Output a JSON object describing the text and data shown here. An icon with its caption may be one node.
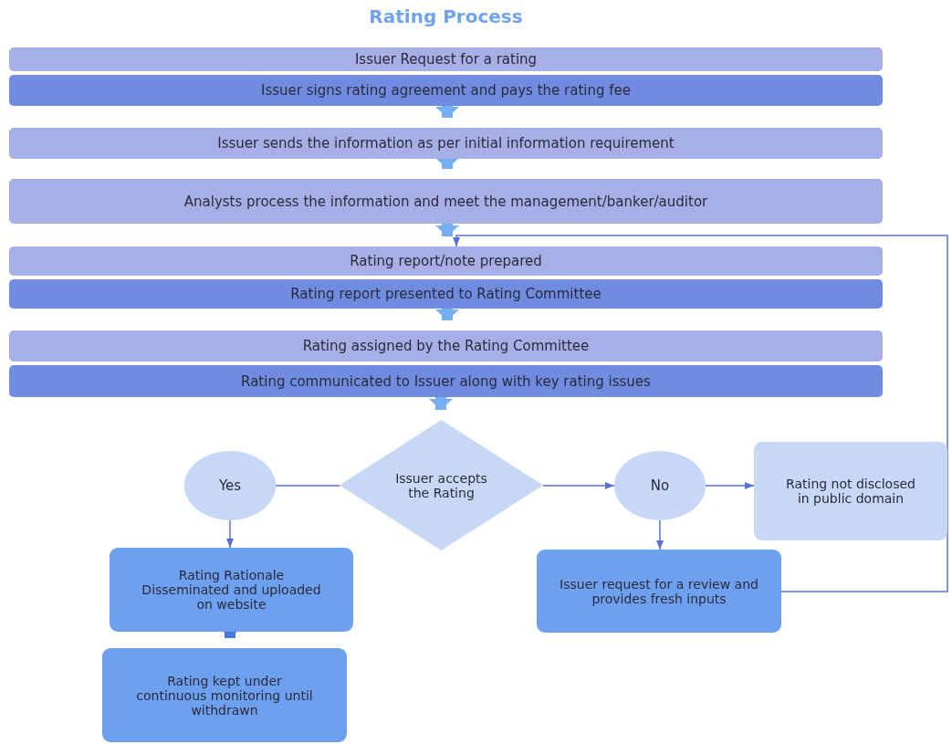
{
  "diagram": {
    "title": "Rating Process",
    "nodes": [
      {
        "text": [
          "Issuer Request for a rating"
        ]
      },
      {
        "text": [
          "Issuer signs rating agreement and pays the rating  fee"
        ]
      },
      {
        "text": [
          "Issuer sends the information as per initial information requirement"
        ]
      },
      {
        "text": [
          "Analysts process the information and meet the management/banker/auditor"
        ]
      },
      {
        "text": [
          "Rating report/note prepared"
        ]
      },
      {
        "text": [
          "Rating report presented to Rating Committee"
        ]
      },
      {
        "text": [
          "Rating assigned by the Rating Committee"
        ]
      },
      {
        "text": [
          "Rating communicated to Issuer along with key rating issues"
        ]
      },
      {
        "text": [
          "Issuer accepts the Rating"
        ]
      },
      {
        "text": [
          "Yes"
        ]
      },
      {
        "text": [
          "No"
        ]
      },
      {
        "text": [
          "Rating not disclosed in public domain"
        ]
      },
      {
        "text": [
          "Rating Rationale Disseminated and uploaded on website"
        ]
      },
      {
        "text": [
          "Rating kept under continuous monitoring until withdrawn"
        ]
      },
      {
        "text": [
          "Issuer request for a review and provides fresh inputs"
        ]
      }
    ],
    "edges": [
      {
        "from": 1,
        "to": 2,
        "arrow": "to",
        "style": "thick"
      },
      {
        "from": 2,
        "to": 3,
        "arrow": "to",
        "style": "thick"
      },
      {
        "from": 3,
        "to": 4,
        "arrow": "to",
        "style": "thick"
      },
      {
        "from": 5,
        "to": 6,
        "arrow": "to",
        "style": "thick"
      },
      {
        "from": 7,
        "to": 8,
        "arrow": "to",
        "style": "thick"
      },
      {
        "from": 8,
        "to": 9,
        "arrow": "none"
      },
      {
        "from": 8,
        "to": 10,
        "arrow": "to"
      },
      {
        "from": 10,
        "to": 11,
        "arrow": "to"
      },
      {
        "from": 10,
        "to": 14,
        "arrow": "to"
      },
      {
        "from": 9,
        "to": 12,
        "arrow": "to"
      },
      {
        "from": 12,
        "to": 13,
        "arrow": "to",
        "style": "thick",
        "color": "#4a78dc"
      },
      {
        "from": 14,
        "to": 4,
        "arrow": "to"
      }
    ]
  }
}
